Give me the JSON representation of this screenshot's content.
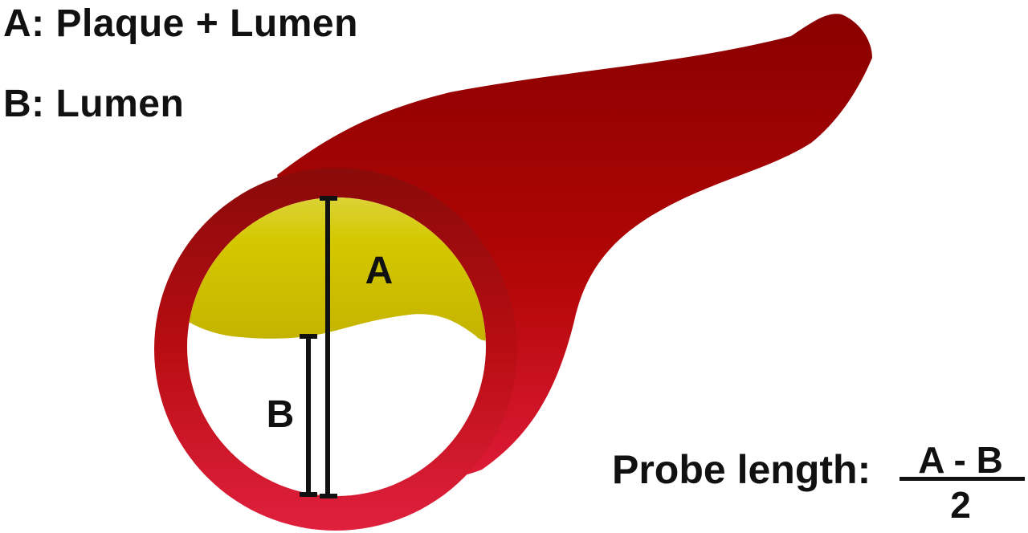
{
  "legend": {
    "a": "A: Plaque + Lumen",
    "b": "B: Lumen"
  },
  "labels": {
    "a": "A",
    "b": "B"
  },
  "formula": {
    "prefix": "Probe length:",
    "numerator": "A - B",
    "denominator": "2"
  },
  "colors": {
    "vessel_dark": "#8a0000",
    "vessel_mid": "#b30606",
    "vessel_light": "#e01c3a",
    "plaque_light": "#e0d85a",
    "plaque": "#c8ba00",
    "lumen": "#ffffff",
    "measure_bar": "#111111"
  }
}
